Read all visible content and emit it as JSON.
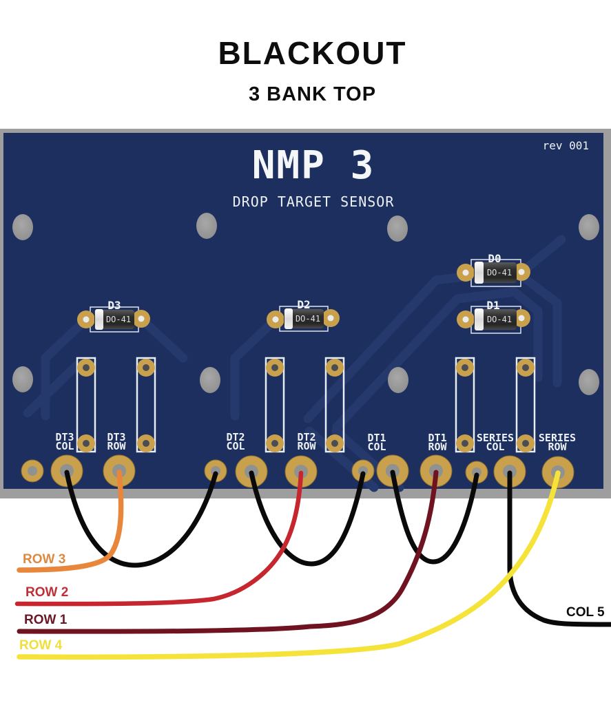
{
  "page": {
    "title": "BLACKOUT",
    "subtitle": "3 BANK TOP"
  },
  "board": {
    "name": "NMP 3",
    "tagline": "DROP TARGET SENSOR",
    "revision": "rev 001",
    "board_color": "#1c2f5e",
    "trace_color": "#25396d",
    "pad_gold_color": "#c9a14d",
    "shadow_color": "#9e9e9e",
    "silkscreen_color": "#eef2f6",
    "connectors": [
      {
        "id": "dt3-col",
        "line1": "DT3",
        "line2": "COL"
      },
      {
        "id": "dt3-row",
        "line1": "DT3",
        "line2": "ROW"
      },
      {
        "id": "dt2-col",
        "line1": "DT2",
        "line2": "COL"
      },
      {
        "id": "dt2-row",
        "line1": "DT2",
        "line2": "ROW"
      },
      {
        "id": "dt1-col",
        "line1": "DT1",
        "line2": "COL"
      },
      {
        "id": "dt1-row",
        "line1": "DT1",
        "line2": "ROW"
      },
      {
        "id": "series-col",
        "line1": "SERIES",
        "line2": "COL"
      },
      {
        "id": "series-row",
        "line1": "SERIES",
        "line2": "ROW"
      }
    ],
    "diodes": [
      {
        "ref": "D3",
        "package": "DO-41"
      },
      {
        "ref": "D2",
        "package": "DO-41"
      },
      {
        "ref": "D0",
        "package": "DO-41"
      },
      {
        "ref": "D1",
        "package": "DO-41"
      }
    ]
  },
  "wires": {
    "row3": {
      "label": "ROW 3",
      "color": "#E8873C",
      "from": "DT3 ROW"
    },
    "row2": {
      "label": "ROW 2",
      "color": "#C6262E",
      "from": "DT2 ROW"
    },
    "row1": {
      "label": "ROW 1",
      "color": "#701320",
      "from": "DT1 ROW"
    },
    "row4": {
      "label": "ROW 4",
      "color": "#F5E33A",
      "from": "SERIES ROW"
    },
    "col5": {
      "label": "COL 5",
      "color": "#0a0a0a",
      "from": "SERIES COL"
    },
    "jumper": {
      "color": "#0a0a0a"
    }
  }
}
